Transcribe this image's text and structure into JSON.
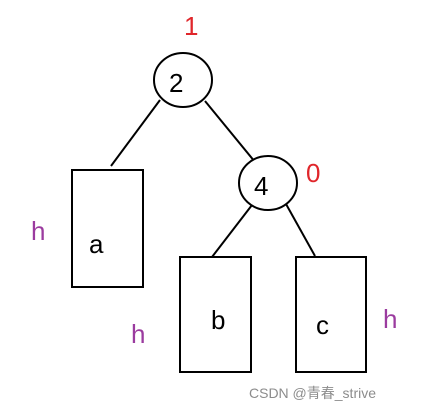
{
  "colors": {
    "stroke": "#000000",
    "balance_factor": "#e0262b",
    "height": "#9b3b9f",
    "watermark": "#8c8c8c"
  },
  "nodes": {
    "root": {
      "key": "2",
      "balance_factor": "1"
    },
    "right": {
      "key": "4",
      "balance_factor": "0"
    }
  },
  "subtrees": {
    "a": {
      "label": "a",
      "height": "h"
    },
    "b": {
      "label": "b",
      "height": "h"
    },
    "c": {
      "label": "c",
      "height": "h"
    }
  },
  "watermark": "CSDN @青春_strive"
}
